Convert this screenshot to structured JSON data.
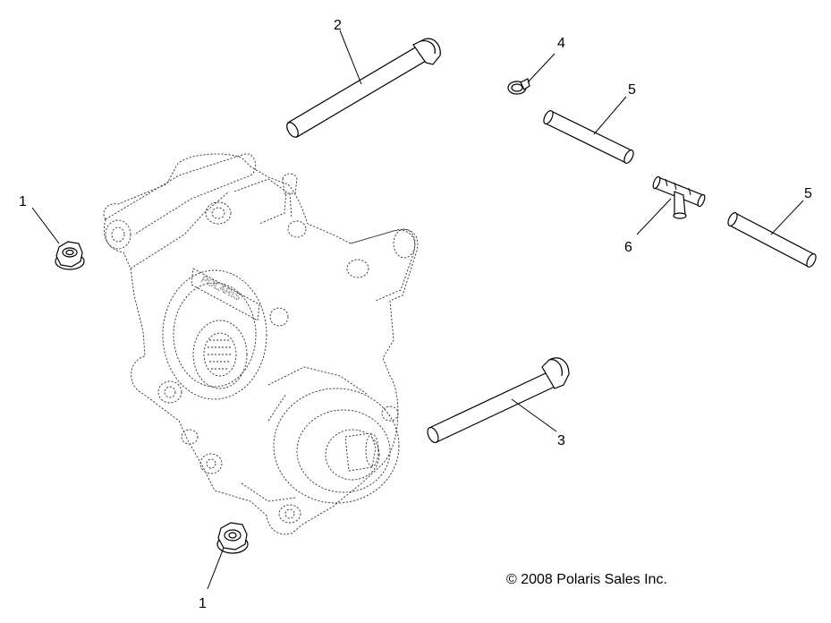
{
  "callouts": {
    "nut_left": "1",
    "bolt_top": "2",
    "bolt_right": "3",
    "clamp": "4",
    "hose_upper": "5",
    "tee_fitting": "6",
    "hose_right": "5",
    "nut_bottom": "1"
  },
  "housing_logo": "POLARIS",
  "copyright": "© 2008 Polaris Sales Inc."
}
